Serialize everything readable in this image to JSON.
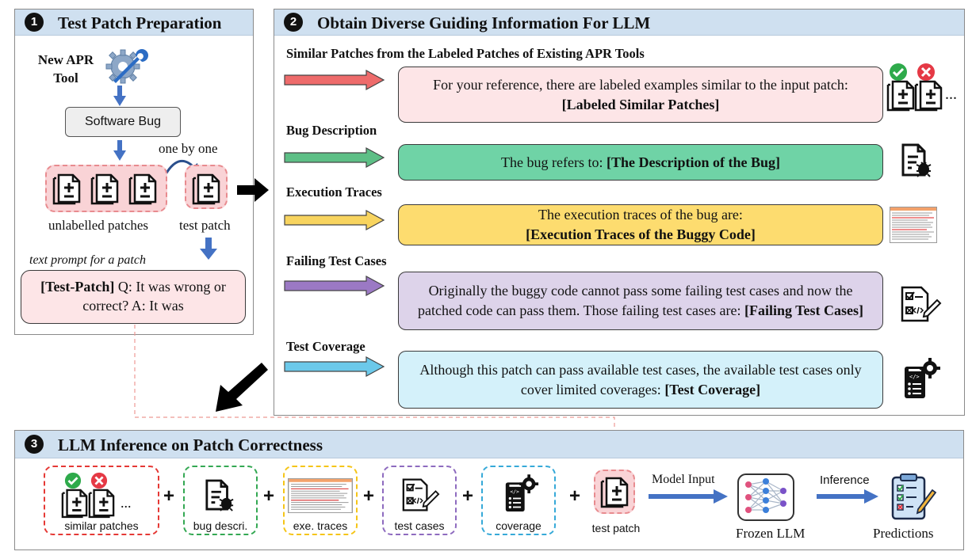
{
  "panel1": {
    "number": "1",
    "title": "Test Patch Preparation",
    "new_apr_tool": "New APR Tool",
    "software_bug": "Software Bug",
    "one_by_one": "one by one",
    "unlabelled_patches": "unlabelled patches",
    "test_patch": "test patch",
    "text_prompt_caption": "text prompt for a patch",
    "prompt_tag": "[Test-Patch]",
    "prompt_text": " Q: It was wrong or correct? A: It was"
  },
  "panel2": {
    "number": "2",
    "title": "Obtain Diverse Guiding Information For LLM",
    "sections": [
      {
        "label": "Similar Patches from the Labeled Patches of Existing APR Tools",
        "text": "For your reference, there are labeled examples similar to the input patch:",
        "fill": "[Labeled Similar Patches]",
        "color": "#fde5e7",
        "arrow_color": "#ee6b6b"
      },
      {
        "label": "Bug Description",
        "text": "The bug refers to:",
        "fill": "[The Description of the Bug]",
        "color": "#66cfa0",
        "arrow_color": "#5dbf86"
      },
      {
        "label": "Execution Traces",
        "text": "The execution traces of the bug are:",
        "fill": "[Execution Traces of the Buggy Code]",
        "color": "#fddc6f",
        "arrow_color": "#f8d45f"
      },
      {
        "label": "Failing Test Cases",
        "text": "Originally the buggy code cannot pass some failing test cases and now the patched code can pass them. Those failing test cases are:",
        "fill": "[Failing Test Cases]",
        "color": "#ddd3ea",
        "arrow_color": "#9b79c4"
      },
      {
        "label": "Test Coverage",
        "text": "Although this patch can pass available test cases, the available test cases only cover limited coverages:",
        "fill": "[Test Coverage]",
        "color": "#d4f1fa",
        "arrow_color": "#6cc9ea"
      }
    ],
    "ellipsis": "..."
  },
  "panel3": {
    "number": "3",
    "title": "LLM Inference on Patch Correctness",
    "items": [
      "similar patches",
      "bug descri.",
      "exe. traces",
      "test cases",
      "coverage",
      "test patch"
    ],
    "model_input": "Model Input",
    "inference": "Inference",
    "frozen_llm": "Frozen LLM",
    "predictions": "Predictions",
    "ellipsis": "...",
    "plus": "+"
  },
  "colors": {
    "header_blue": "#cfe0f0",
    "arrow_blue": "#4472c4",
    "red_dash": "#e53935",
    "green_dash": "#34a853",
    "yellow_dash": "#f5c518",
    "purple_dash": "#8e6bbf",
    "cyan_dash": "#36a9d8"
  }
}
